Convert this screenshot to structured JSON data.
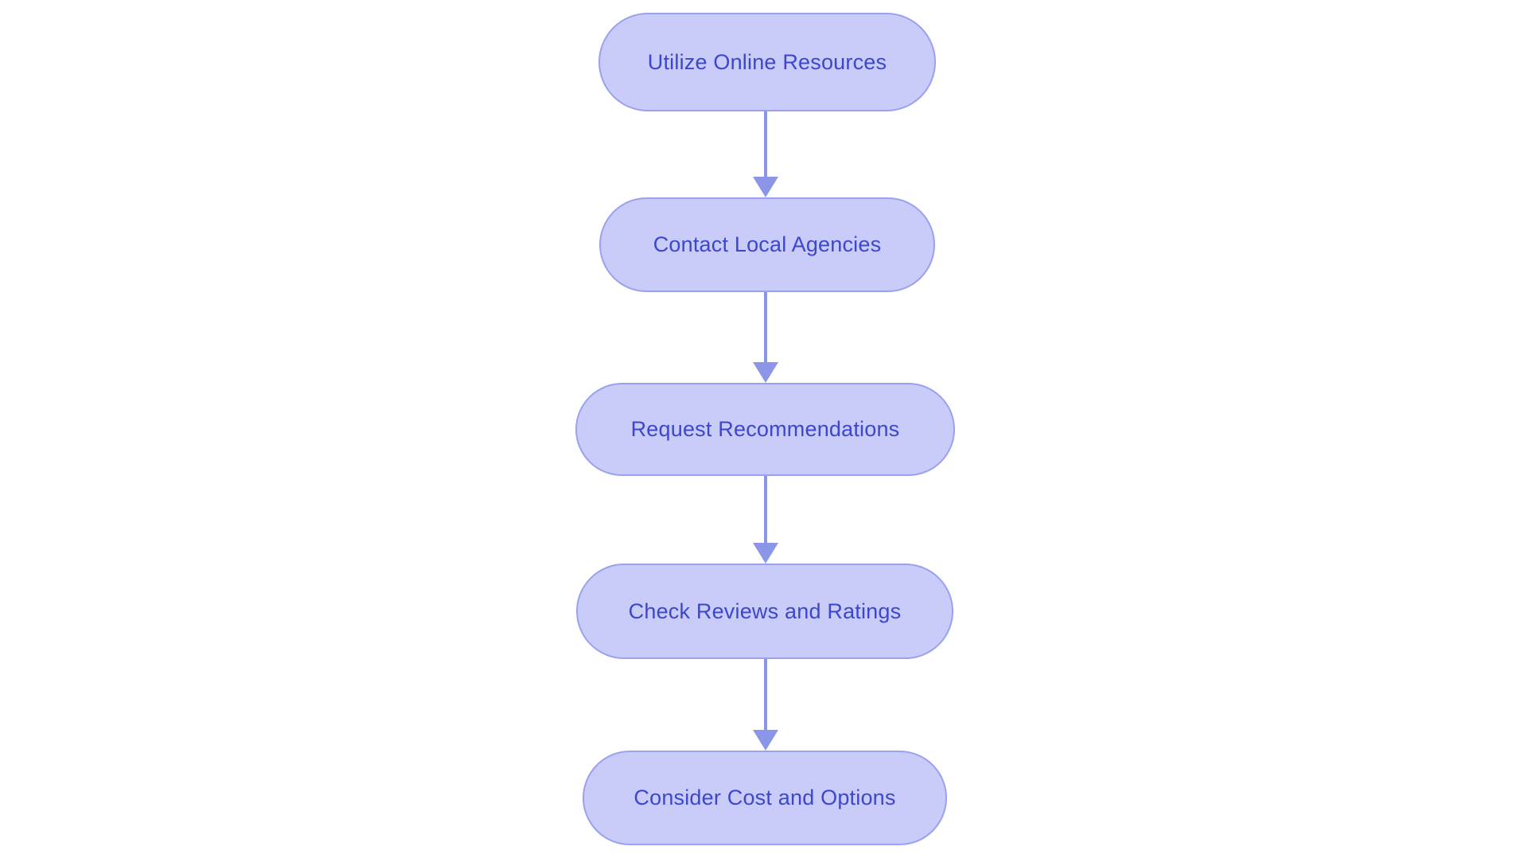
{
  "diagram": {
    "type": "flowchart",
    "direction": "top-down",
    "nodes": [
      {
        "id": "step-1",
        "label": "Utilize Online Resources"
      },
      {
        "id": "step-2",
        "label": "Contact Local Agencies"
      },
      {
        "id": "step-3",
        "label": "Request Recommendations"
      },
      {
        "id": "step-4",
        "label": "Check Reviews and Ratings"
      },
      {
        "id": "step-5",
        "label": "Consider Cost and Options"
      }
    ],
    "edges": [
      {
        "from": "Utilize Online Resources",
        "to": "Contact Local Agencies"
      },
      {
        "from": "Contact Local Agencies",
        "to": "Request Recommendations"
      },
      {
        "from": "Request Recommendations",
        "to": "Check Reviews and Ratings"
      },
      {
        "from": "Check Reviews and Ratings",
        "to": "Consider Cost and Options"
      }
    ],
    "colors": {
      "background": "#ffffff",
      "node_fill": "#c9cbf8",
      "node_border": "#9aa2ef",
      "node_text": "#3c47cd",
      "arrow": "#8c96e9"
    }
  }
}
